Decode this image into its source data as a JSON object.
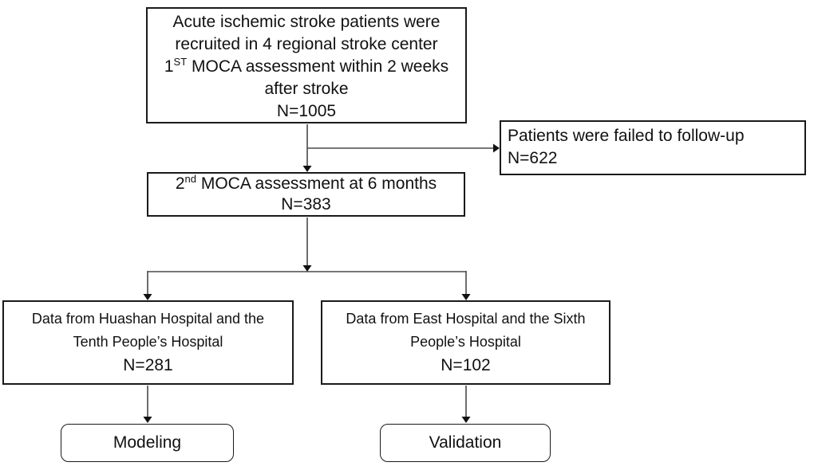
{
  "figure": {
    "kind": "patient-recruitment-flowchart",
    "background": "#ffffff"
  },
  "colors": {
    "box_border": "#1a1a1a",
    "connector_line": "#4a4a4a",
    "arrowhead": "#111111",
    "text": "#111111"
  },
  "boxes": {
    "recruitment": {
      "line1": "Acute ischemic stroke patients were",
      "line2": "recruited in 4 regional stroke center",
      "moca_prefix": "1",
      "moca_sup": "ST",
      "moca_rest": " MOCA assessment within 2 weeks",
      "line4": "after stroke",
      "n": "N=1005"
    },
    "followup": {
      "line1": "Patients were failed to follow-up",
      "n": "N=622"
    },
    "second_moca": {
      "prefix": "2",
      "sup": "nd",
      "rest": " MOCA assessment at 6 months",
      "n": "N=383"
    },
    "modeling_data": {
      "line1": "Data from Huashan Hospital and the",
      "line2": "Tenth People’s Hospital",
      "n": "N=281"
    },
    "validation_data": {
      "line1": "Data from East Hospital and the Sixth",
      "line2": "People’s Hospital",
      "n": "N=102"
    },
    "modeling": {
      "label": "Modeling"
    },
    "validation": {
      "label": "Validation"
    }
  }
}
